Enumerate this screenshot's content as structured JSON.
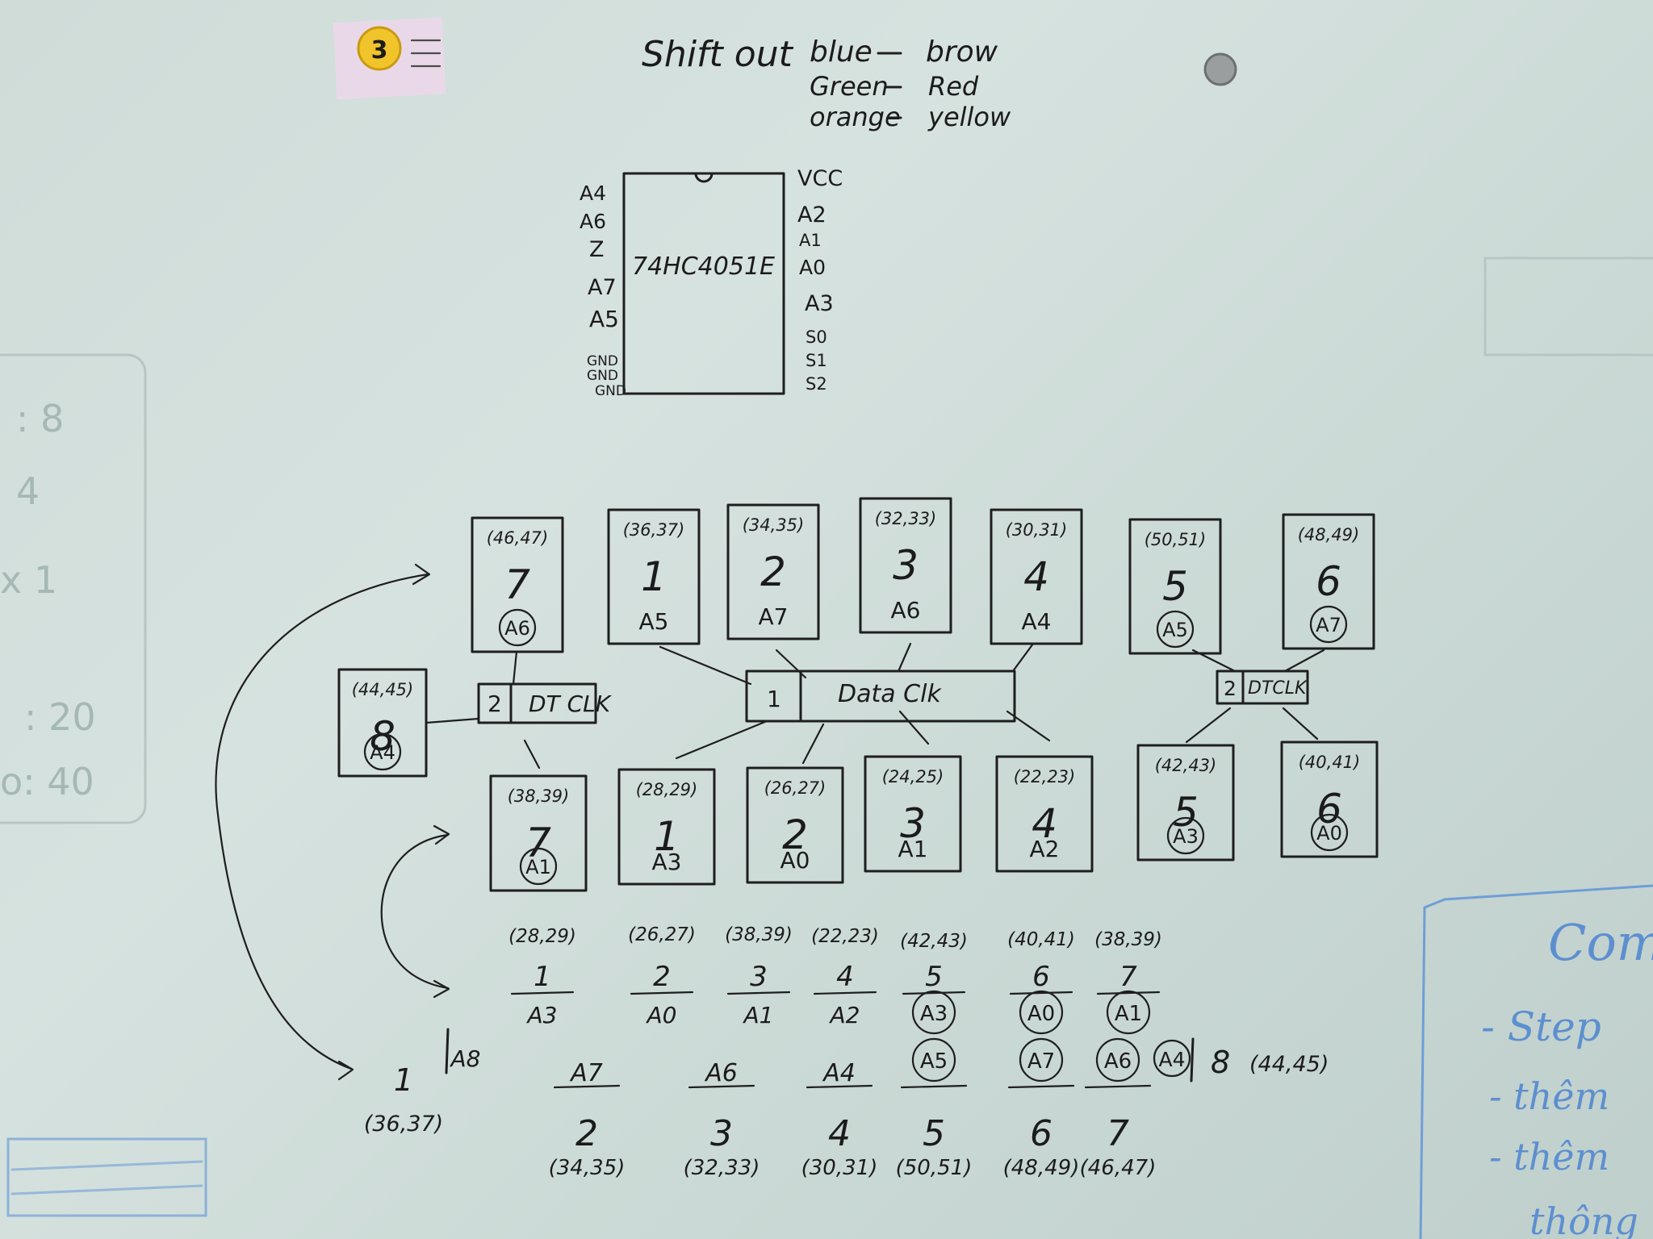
{
  "sticky_note": {
    "magnet_number": "3"
  },
  "header": {
    "title": "Shift out",
    "wire_colors": [
      {
        "left": "blue",
        "right": "brow"
      },
      {
        "left": "Green",
        "right": "Red"
      },
      {
        "left": "orange",
        "right": "yellow"
      }
    ]
  },
  "chip": {
    "name": "74HC4051E",
    "left_pins": [
      "A4",
      "A6",
      "Z",
      "A7",
      "A5",
      "GND",
      "GND",
      "GND"
    ],
    "right_pins": [
      "VCC",
      "A2",
      "A1",
      "A0",
      "A3",
      "S0",
      "S1",
      "S2"
    ]
  },
  "top_cells": [
    {
      "pins": "(46,47)",
      "number": "7",
      "label": "A6",
      "circled": true
    },
    {
      "pins": "(36,37)",
      "number": "1",
      "label": "A5",
      "circled": false
    },
    {
      "pins": "(34,35)",
      "number": "2",
      "label": "A7",
      "circled": false
    },
    {
      "pins": "(32,33)",
      "number": "3",
      "label": "A6",
      "circled": false
    },
    {
      "pins": "(30,31)",
      "number": "4",
      "label": "A4",
      "circled": false
    },
    {
      "pins": "(50,51)",
      "number": "5",
      "label": "A5",
      "circled": true
    },
    {
      "pins": "(48,49)",
      "number": "6",
      "label": "A7",
      "circled": true
    }
  ],
  "side_cell": {
    "pins": "(44,45)",
    "number": "8",
    "label": "A4",
    "circled": true
  },
  "bottom_cells": [
    {
      "pins": "(38,39)",
      "number": "7",
      "label": "A1",
      "circled": true
    },
    {
      "pins": "(28,29)",
      "number": "1",
      "label": "A3",
      "circled": false
    },
    {
      "pins": "(26,27)",
      "number": "2",
      "label": "A0",
      "circled": false
    },
    {
      "pins": "(24,25)",
      "number": "3",
      "label": "A1",
      "circled": false
    },
    {
      "pins": "(22,23)",
      "number": "4",
      "label": "A2",
      "circled": false
    },
    {
      "pins": "(42,43)",
      "number": "5",
      "label": "A3",
      "circled": true
    },
    {
      "pins": "(40,41)",
      "number": "6",
      "label": "A0",
      "circled": true
    }
  ],
  "buses": [
    {
      "index": "2",
      "label": "DT CLK"
    },
    {
      "index": "1",
      "label": "Data Clk"
    },
    {
      "index": "2",
      "label": "DTCLK"
    }
  ],
  "sequence_row1": [
    {
      "pins": "(28,29)",
      "number": "1",
      "label": "A3",
      "circled": false
    },
    {
      "pins": "(26,27)",
      "number": "2",
      "label": "A0",
      "circled": false
    },
    {
      "pins": "(38,39)",
      "number": "3",
      "label": "A1",
      "circled": false
    },
    {
      "pins": "(22,23)",
      "number": "4",
      "label": "A2",
      "circled": false
    },
    {
      "pins": "(42,43)",
      "number": "5",
      "label": "A3",
      "circled": true
    },
    {
      "pins": "(40,41)",
      "number": "6",
      "label": "A0",
      "circled": true
    },
    {
      "pins": "(38,39)",
      "number": "7",
      "label": "A1",
      "circled": true
    }
  ],
  "sequence_row2": [
    {
      "label": "A8",
      "number": "1",
      "pins": "(36,37)",
      "circled": false
    },
    {
      "label": "A7",
      "number": "2",
      "pins": "(34,35)",
      "circled": false
    },
    {
      "label": "A6",
      "number": "3",
      "pins": "(32,33)",
      "circled": false
    },
    {
      "label": "A4",
      "number": "4",
      "pins": "(30,31)",
      "circled": false
    },
    {
      "label": "A5",
      "number": "5",
      "pins": "(50,51)",
      "circled": true
    },
    {
      "label": "A7",
      "number": "6",
      "pins": "(48,49)",
      "circled": true
    },
    {
      "label": "A6",
      "number": "7",
      "pins": "(46,47)",
      "circled": true
    }
  ],
  "sequence_tail": {
    "label": "A4",
    "number": "8",
    "pins": "(44,45)"
  },
  "left_remnants": [
    ": 8",
    "4",
    "x 1",
    ": 20",
    "o: 40"
  ],
  "right_note": {
    "title": "Coma",
    "lines": [
      "- Step",
      "- thêm",
      "- thêm",
      "thông"
    ]
  },
  "colors": {
    "board": "#d2dfdc",
    "ink": "#1e1e1e",
    "marker_blue": "#5d8fd0",
    "magnet": "#f2c42b"
  }
}
